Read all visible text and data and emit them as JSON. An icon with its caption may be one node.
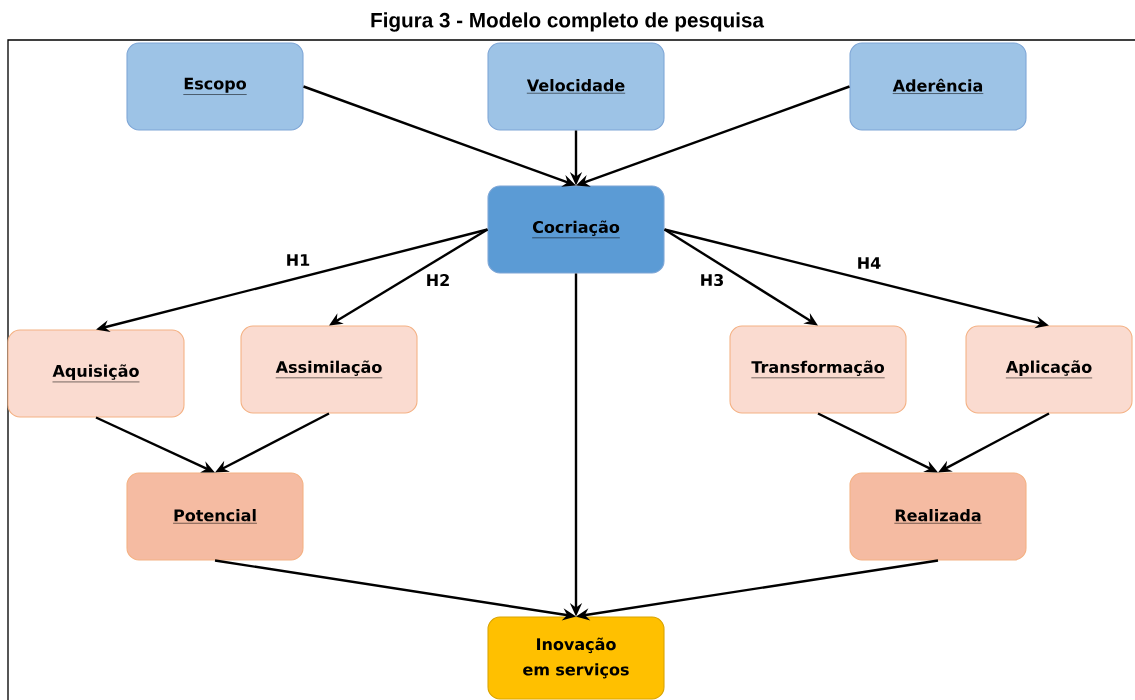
{
  "diagram": {
    "title": "Figura 3 - Modelo completo de pesquisa",
    "nodes": [
      {
        "text": [
          "Escopo"
        ]
      },
      {
        "text": [
          "Velocidade"
        ]
      },
      {
        "text": [
          "Aderência"
        ]
      },
      {
        "text": [
          "Cocriação"
        ]
      },
      {
        "text": [
          "Aquisição"
        ]
      },
      {
        "text": [
          "Assimilação"
        ]
      },
      {
        "text": [
          "Transformação"
        ]
      },
      {
        "text": [
          "Aplicação"
        ]
      },
      {
        "text": [
          "Potencial"
        ]
      },
      {
        "text": [
          "Realizada"
        ]
      },
      {
        "text": [
          "Inovação em serviços"
        ]
      }
    ],
    "edges": [
      {
        "from": 0,
        "to": 3,
        "arrow": "to"
      },
      {
        "from": 1,
        "to": 3,
        "arrow": "to"
      },
      {
        "from": 2,
        "to": 3,
        "arrow": "to"
      },
      {
        "from": 3,
        "to": 4,
        "arrow": "to",
        "label": "H1"
      },
      {
        "from": 3,
        "to": 5,
        "arrow": "to",
        "label": "H2"
      },
      {
        "from": 3,
        "to": 6,
        "arrow": "to",
        "label": "H3"
      },
      {
        "from": 3,
        "to": 7,
        "arrow": "to",
        "label": "H4"
      },
      {
        "from": 4,
        "to": 8,
        "arrow": "to"
      },
      {
        "from": 5,
        "to": 8,
        "arrow": "to"
      },
      {
        "from": 6,
        "to": 9,
        "arrow": "to"
      },
      {
        "from": 7,
        "to": 9,
        "arrow": "to"
      },
      {
        "from": 8,
        "to": 10,
        "arrow": "to"
      },
      {
        "from": 3,
        "to": 10,
        "arrow": "to"
      },
      {
        "from": 9,
        "to": 10,
        "arrow": "to"
      }
    ]
  }
}
